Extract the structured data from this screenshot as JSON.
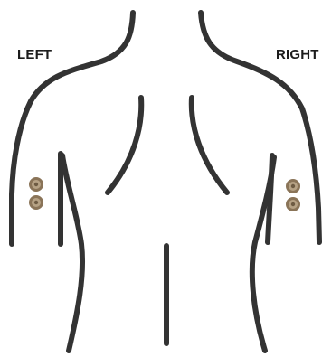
{
  "labels": {
    "left": "LEFT",
    "right": "RIGHT"
  },
  "electrode_pairs": [
    {
      "side": "left",
      "count": 2
    },
    {
      "side": "right",
      "count": 2
    }
  ],
  "colors": {
    "outline": "#333333",
    "electrode": "#8a7458",
    "electrode_highlight": "#b6a285",
    "background": "#ffffff"
  }
}
